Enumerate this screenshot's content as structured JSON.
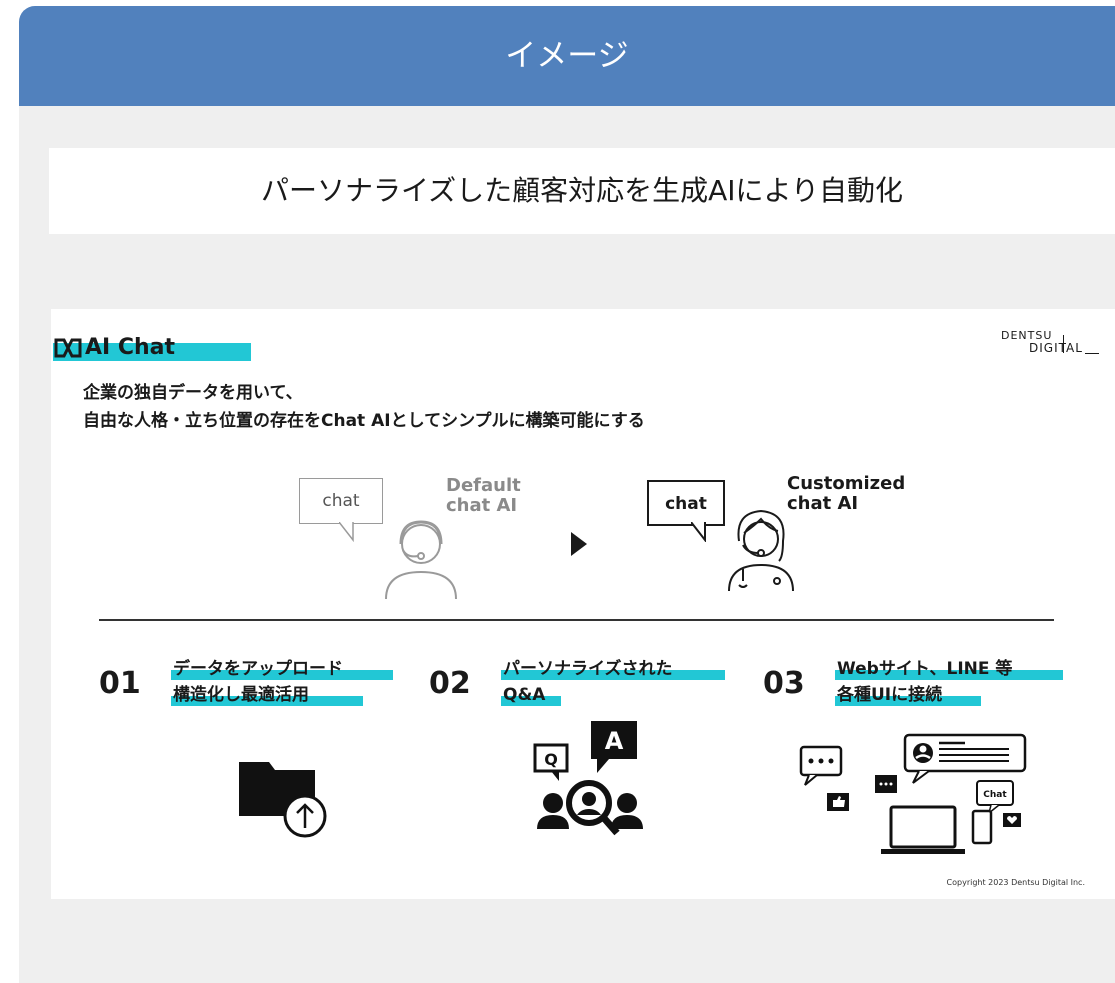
{
  "header": {
    "title": "イメージ"
  },
  "subtitle": "パーソナライズした顧客対応を生成AIにより自動化",
  "slide": {
    "logo_text": "AI Chat",
    "brand_top": "DENTSU",
    "brand_bottom": "DIGITAL",
    "lead_line1": "企業の独自データを用いて、",
    "lead_line2": "自由な人格・立ち位置の存在をChat AIとしてシンプルに構築可能にする",
    "default_chat": "chat",
    "default_label_1": "Default",
    "default_label_2": "chat AI",
    "custom_chat": "chat",
    "custom_label_1": "Customized",
    "custom_label_2": "chat AI",
    "steps": [
      {
        "num": "01",
        "line1": "データをアップロード",
        "line2": "構造化し最適活用"
      },
      {
        "num": "02",
        "line1": "パーソナライズされた",
        "line2": "Q&A"
      },
      {
        "num": "03",
        "line1": "Webサイト、LINE 等",
        "line2": "各種UIに接続"
      }
    ],
    "qa_q": "Q",
    "qa_a": "A",
    "ui_chat": "Chat",
    "copyright": "Copyright 2023 Dentsu Digital Inc."
  },
  "colors": {
    "header": "#5181bd",
    "accent": "#22c7d5",
    "panel": "#efefef"
  }
}
